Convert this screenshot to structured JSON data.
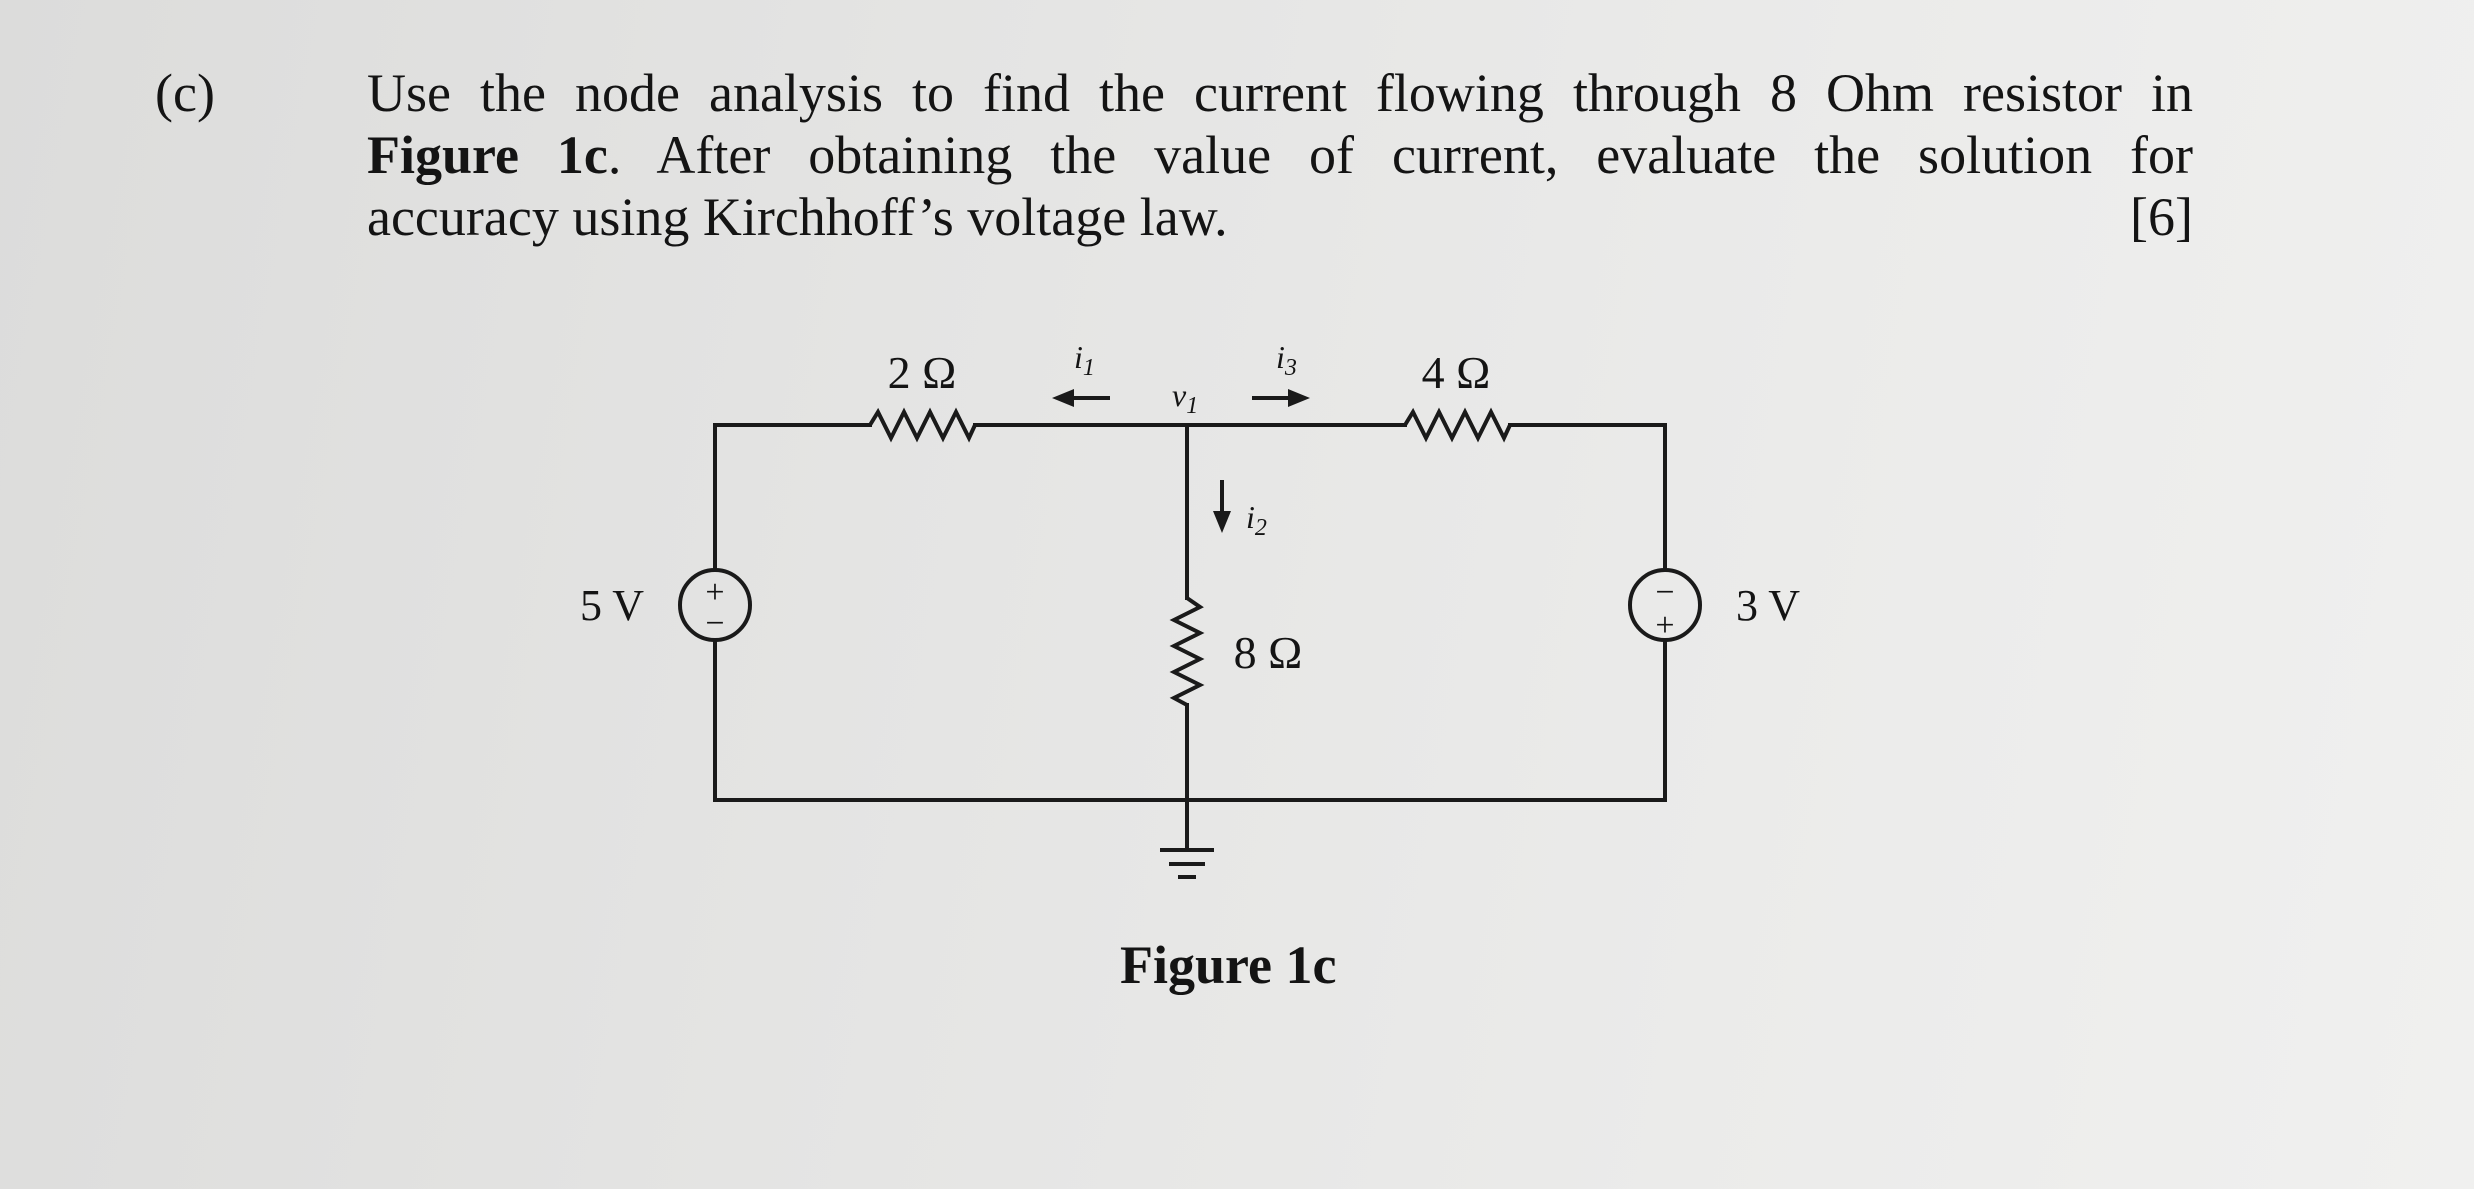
{
  "question": {
    "label": "(c)",
    "line1": "Use the node analysis to find the current flowing through 8 Ohm resistor in",
    "line2_bold": "Figure 1c",
    "line2_rest": ". After obtaining the value of current, evaluate the solution for",
    "line3": "accuracy using Kirchhoff’s voltage law.",
    "marks": "[6]"
  },
  "circuit": {
    "left_resistor": "2 Ω",
    "right_resistor": "4 Ω",
    "middle_resistor": "8 Ω",
    "left_source": "5 V",
    "right_source": "3 V",
    "node_label": "v",
    "node_subscript": "1",
    "current_1": "i",
    "current_1_sub": "1",
    "current_2": "i",
    "current_2_sub": "2",
    "current_3": "i",
    "current_3_sub": "3",
    "plus": "+",
    "minus": "−"
  },
  "figure": {
    "caption": "Figure 1c"
  }
}
